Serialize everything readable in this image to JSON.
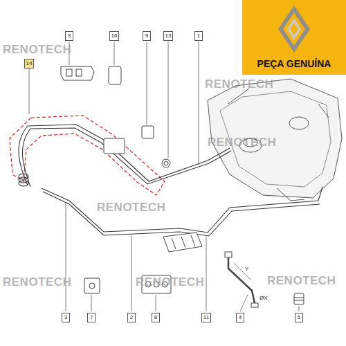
{
  "diagram": {
    "labels": [
      "PEÇA GENUÍNA",
      "14",
      "3",
      "16",
      "9",
      "13",
      "1",
      "3",
      "7",
      "2",
      "8",
      "11",
      "4",
      "5",
      "Y",
      "ØX",
      "RENOTECH",
      "RENOTECH",
      "RENOTECH",
      "RENOTECH",
      "RENOTECH",
      "RENOTECH",
      "RENOTECH"
    ]
  }
}
